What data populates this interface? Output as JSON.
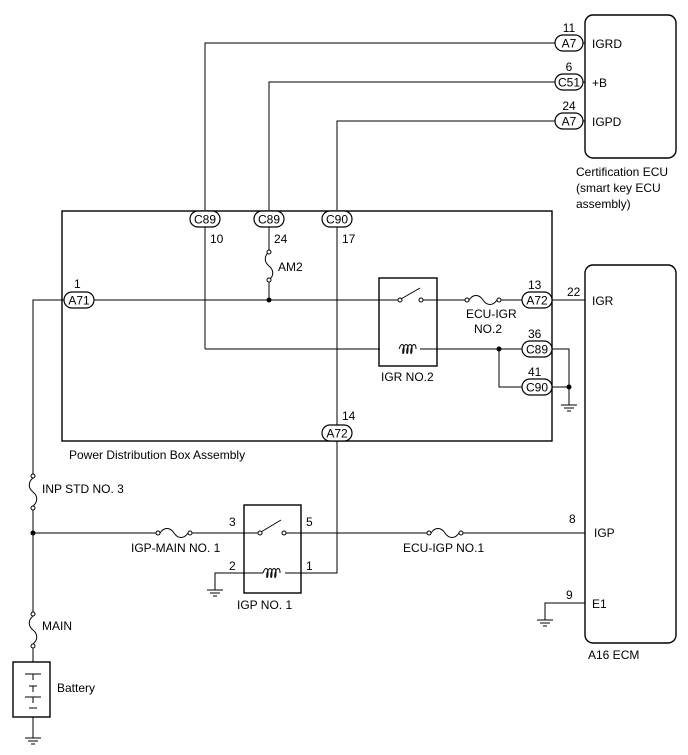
{
  "cert_ecu": {
    "title_line1": "Certification ECU",
    "title_line2": "(smart key ECU",
    "title_line3": "assembly)",
    "pins": [
      {
        "num": "11",
        "conn": "A7",
        "name": "IGRD"
      },
      {
        "num": "6",
        "conn": "C51",
        "name": "+B"
      },
      {
        "num": "24",
        "conn": "A7",
        "name": "IGPD"
      }
    ]
  },
  "pdb": {
    "title": "Power Distribution Box Assembly",
    "top_connectors": [
      {
        "conn": "C89",
        "num": "10"
      },
      {
        "conn": "C89",
        "num": "24"
      },
      {
        "conn": "C90",
        "num": "17"
      }
    ],
    "left_connector": {
      "conn": "A71",
      "num": "1"
    },
    "bottom_connector": {
      "conn": "A72",
      "num": "14"
    },
    "right_connectors": [
      {
        "conn": "A72",
        "num": "13"
      },
      {
        "conn": "C89",
        "num": "36"
      },
      {
        "conn": "C90",
        "num": "41"
      }
    ],
    "fuse_am2": "AM2",
    "fuse_ecu_igr_line1": "ECU-IGR",
    "fuse_ecu_igr_line2": "NO.2",
    "relay_igr": "IGR NO.2"
  },
  "ecm": {
    "title": "A16  ECM",
    "pins": [
      {
        "num": "22",
        "name": "IGR"
      },
      {
        "num": "8",
        "name": "IGP"
      },
      {
        "num": "9",
        "name": "E1"
      }
    ]
  },
  "lower": {
    "fuse_inp_std": "INP STD NO. 3",
    "fuse_igp_main": "IGP-MAIN NO. 1",
    "fuse_ecu_igp": "ECU-IGP NO.1",
    "fuse_main": "MAIN",
    "relay_igp": "IGP NO. 1",
    "relay_pins": {
      "p3": "3",
      "p5": "5",
      "p2": "2",
      "p1": "1"
    },
    "battery": "Battery"
  }
}
